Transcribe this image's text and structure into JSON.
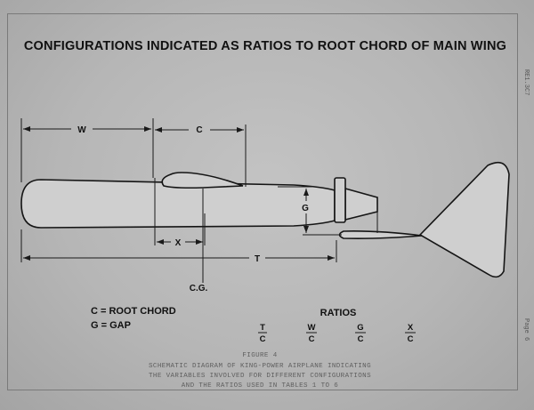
{
  "title": "CONFIGURATIONS INDICATED AS RATIOS TO ROOT CHORD OF MAIN WING",
  "dimensions": {
    "w": "W",
    "c": "C",
    "g": "G",
    "x": "X",
    "t": "T",
    "cg": "C.G."
  },
  "legend": {
    "root_chord": "C = ROOT CHORD",
    "gap": "G = GAP"
  },
  "ratios": {
    "heading": "RATIOS",
    "items": [
      {
        "num": "T",
        "den": "C"
      },
      {
        "num": "W",
        "den": "C"
      },
      {
        "num": "G",
        "den": "C"
      },
      {
        "num": "X",
        "den": "C"
      }
    ]
  },
  "caption": {
    "figure": "FIGURE 4",
    "line1": "SCHEMATIC DIAGRAM OF KING-POWER AIRPLANE INDICATING",
    "line2": "THE VARIABLES INVOLVED FOR DIFFERENT CONFIGURATIONS",
    "line3": "AND THE RATIOS USED IN TABLES 1 TO 6"
  },
  "side_labels": {
    "top_right": "RE1.3C7",
    "page": "Page 6"
  }
}
